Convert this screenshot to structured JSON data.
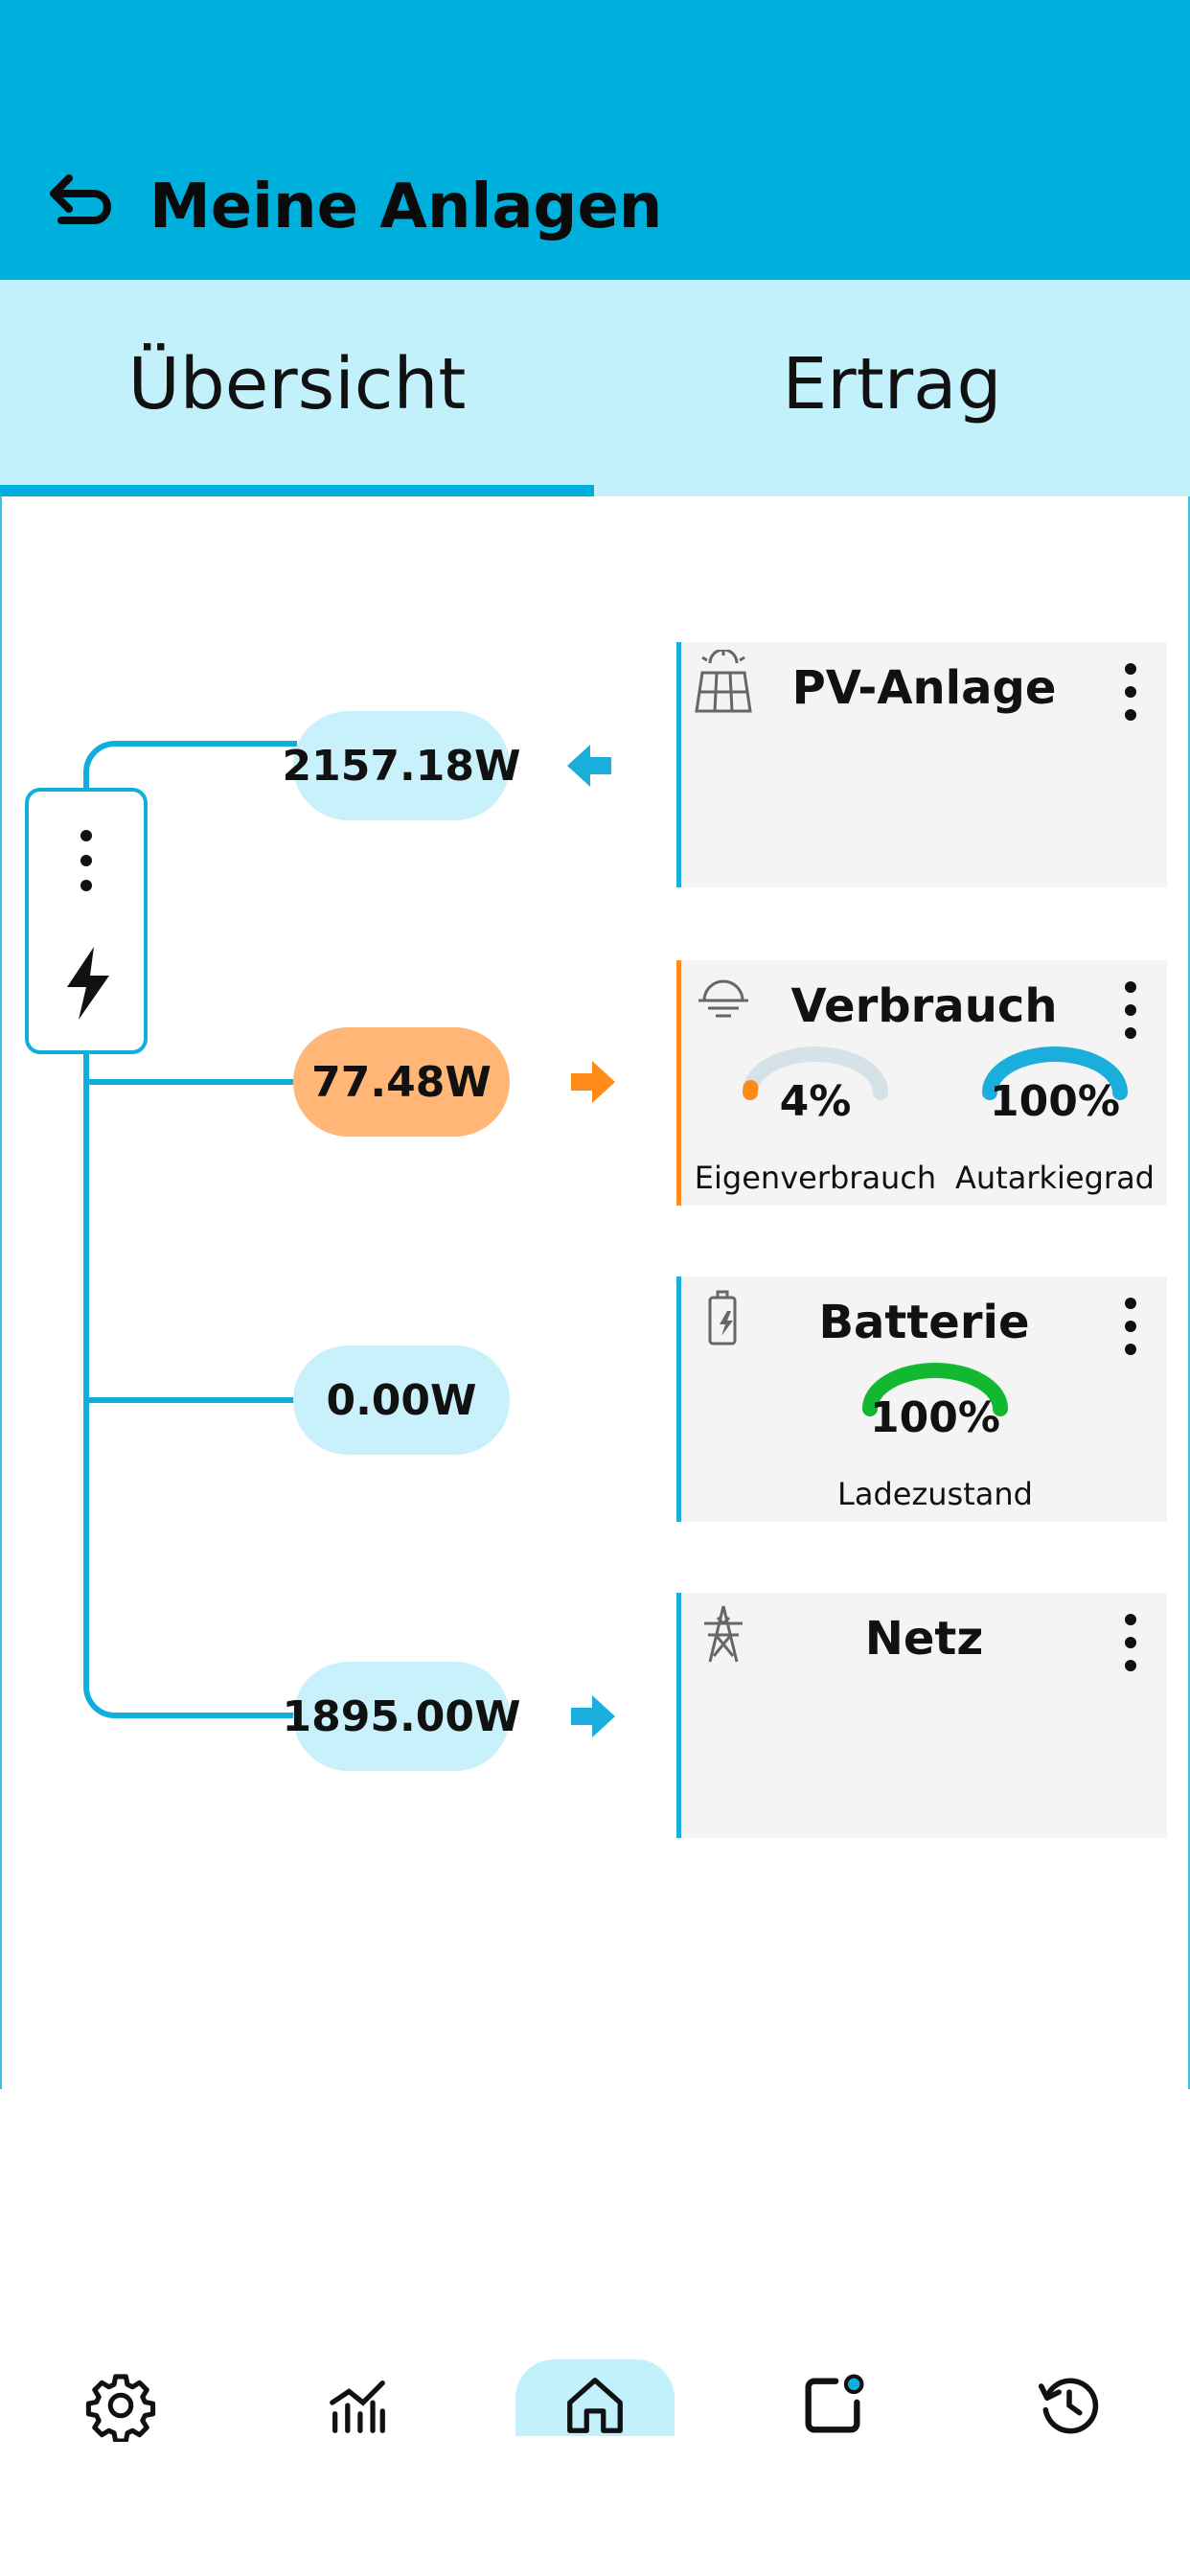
{
  "header": {
    "title": "Meine Anlagen",
    "back_icon": "back-arrow-icon",
    "background": "#00b0dc"
  },
  "tabs": [
    {
      "label": "Übersicht",
      "active": true
    },
    {
      "label": "Ertrag",
      "active": false
    }
  ],
  "flows": [
    {
      "value": "2157.18W",
      "direction": "left",
      "arrow_color": "#19aedb",
      "pill_color": "#c9f1fc"
    },
    {
      "value": "77.48W",
      "direction": "right",
      "arrow_color": "#ff8a1a",
      "pill_color": "#ffb676"
    },
    {
      "value": "0.00W",
      "direction": "none",
      "pill_color": "#c9f1fc"
    },
    {
      "value": "1895.00W",
      "direction": "right",
      "arrow_color": "#19aedb",
      "pill_color": "#c9f1fc"
    }
  ],
  "cards": {
    "pv": {
      "title": "PV-Anlage",
      "icon": "solar-panel-icon"
    },
    "consumption": {
      "title": "Verbrauch",
      "icon": "lamp-icon",
      "self_consumption": {
        "value": "4%",
        "label": "Eigenverbrauch",
        "fraction": 0.04,
        "color": "#ff8a1a"
      },
      "autarky": {
        "value": "100%",
        "label": "Autarkiegrad",
        "fraction": 1.0,
        "color": "#19aedb"
      }
    },
    "battery": {
      "title": "Batterie",
      "icon": "battery-charging-icon",
      "charge": {
        "value": "100%",
        "label": "Ladezustand",
        "fraction": 1.0,
        "color": "#11b830"
      }
    },
    "grid": {
      "title": "Netz",
      "icon": "power-tower-icon"
    }
  },
  "nav": [
    {
      "name": "settings",
      "icon": "gear-icon"
    },
    {
      "name": "charts",
      "icon": "chart-icon"
    },
    {
      "name": "home",
      "icon": "home-icon",
      "active": true
    },
    {
      "name": "notifications",
      "icon": "notification-icon"
    },
    {
      "name": "history",
      "icon": "history-icon"
    }
  ]
}
